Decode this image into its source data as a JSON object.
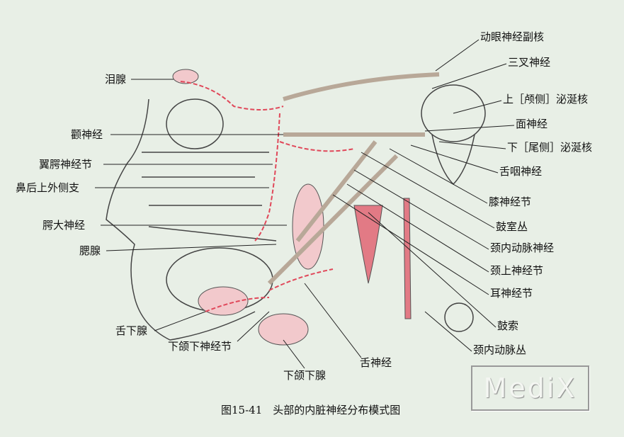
{
  "left_labels": [
    "泪腺",
    "颧神经",
    "翼腭神经节",
    "鼻后上外侧支",
    "腭大神经",
    "腮腺",
    "舌下腺",
    "下颌下神经节",
    "下颌下腺",
    "舌神经"
  ],
  "right_labels": [
    "动眼神经副核",
    "三叉神经",
    "上［颅侧］泌涎核",
    "面神经",
    "下［尾侧］泌涎核",
    "舌咽神经",
    "膝神经节",
    "鼓室丛",
    "颈内动脉神经",
    "颈上神经节",
    "耳神经节",
    "鼓索",
    "颈内动脉丛"
  ],
  "caption": "图15-41　头部的内脏神经分布模式图",
  "watermark": "MediX",
  "colors": {
    "background": "#e8efe6",
    "nerve_red": "#e0485a",
    "nerve_tan": "#b8a898"
  }
}
